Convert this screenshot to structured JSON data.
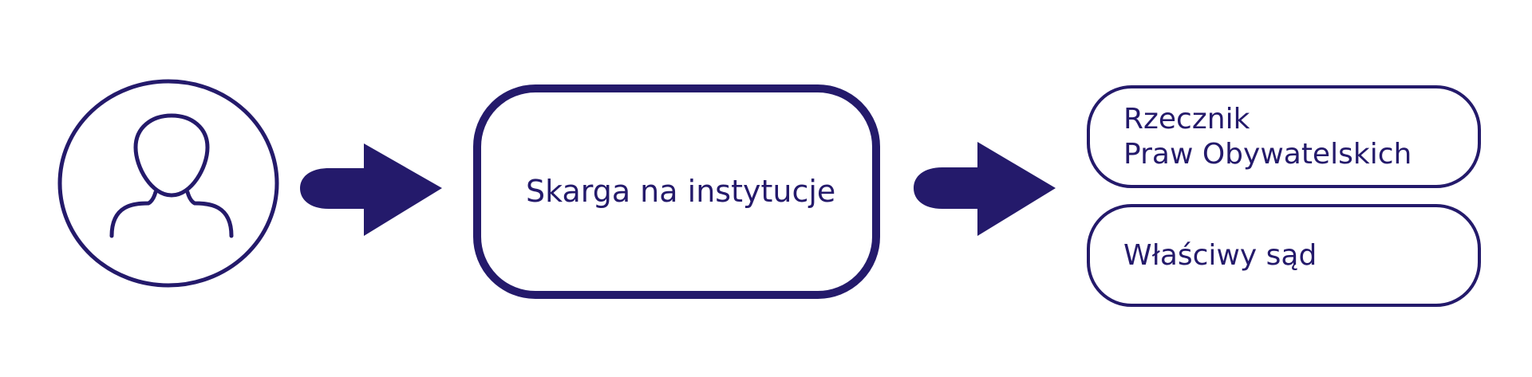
{
  "colors": {
    "primary": "#241a6b",
    "background": "#ffffff"
  },
  "icons": {
    "person": "person-icon",
    "arrow": "right-arrow-icon"
  },
  "diagram": {
    "main_box": {
      "label": "Skarga na instytucje"
    },
    "right_boxes": [
      {
        "label": "Rzecznik\nPraw Obywatelskich"
      },
      {
        "label": "Właściwy sąd"
      }
    ]
  }
}
